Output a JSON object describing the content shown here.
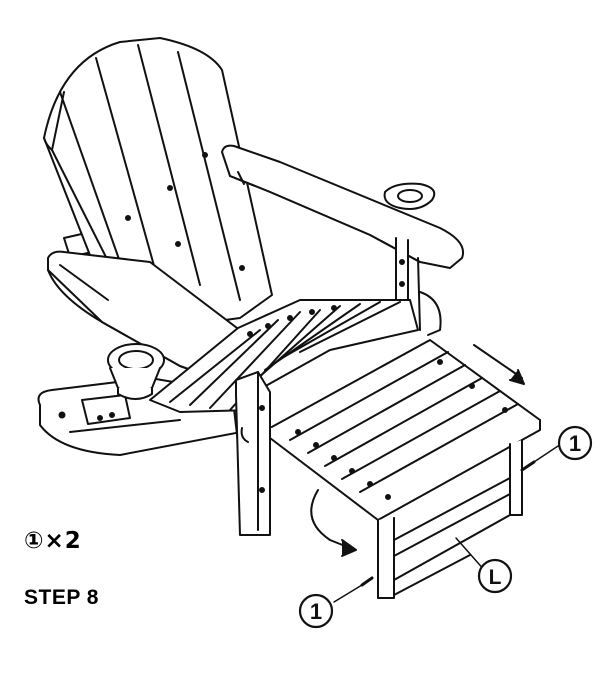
{
  "diagram": {
    "callouts": {
      "screw_right": "1",
      "screw_left": "1",
      "ottoman": "L"
    },
    "parts_note": "①×2",
    "step_label": "STEP 8"
  }
}
